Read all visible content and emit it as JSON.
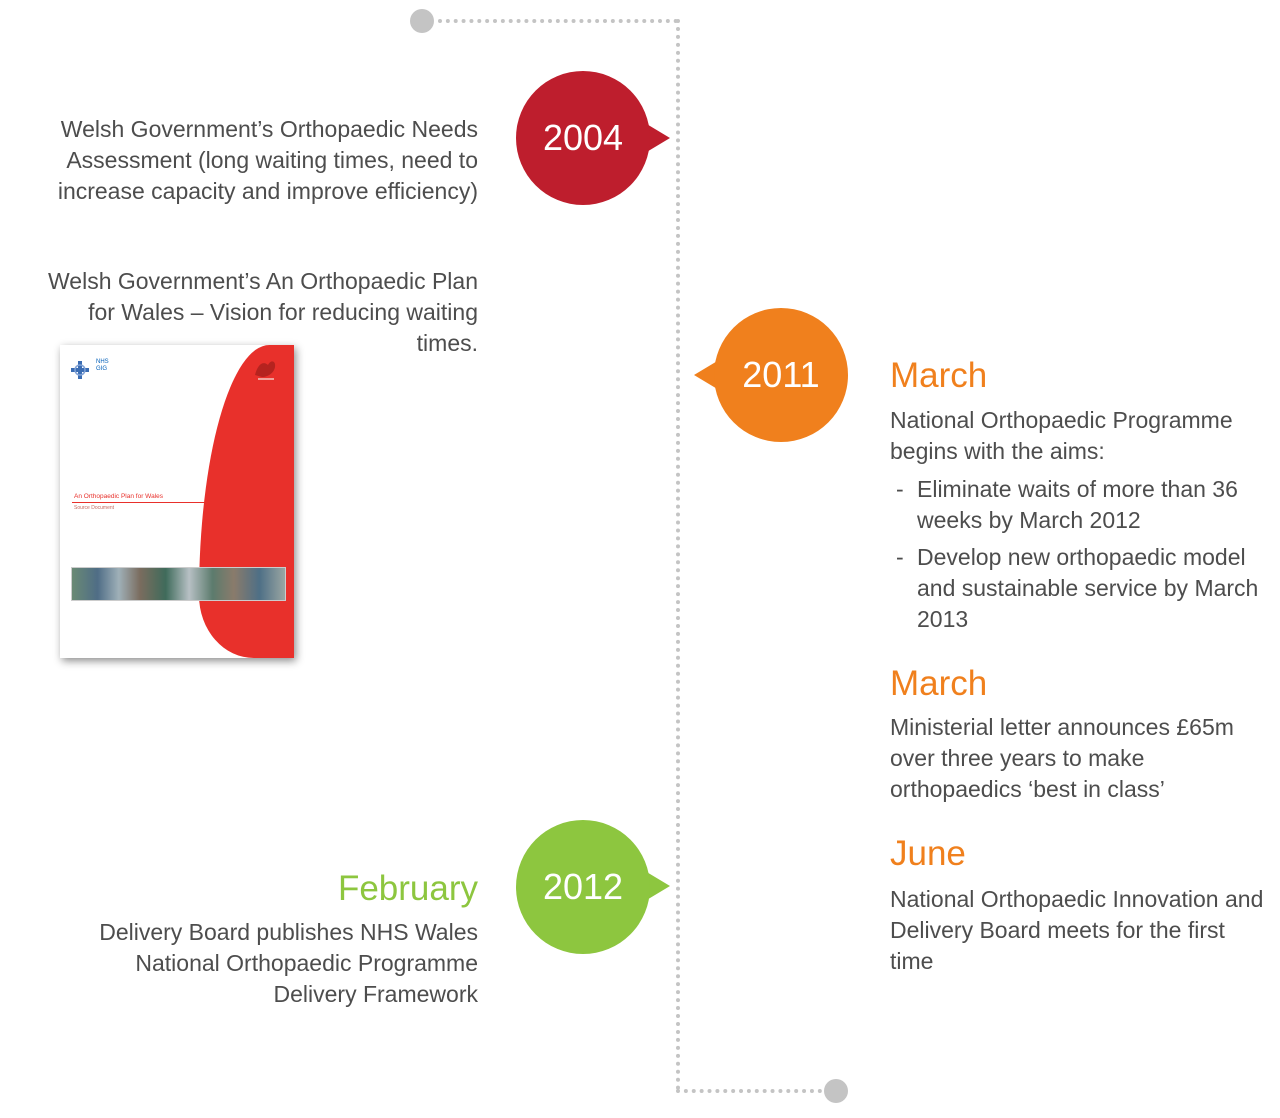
{
  "timeline": {
    "colors": {
      "line": "#c4c4c4",
      "y2004": "#be1e2d",
      "y2011": "#f0801d",
      "y2012": "#8dc63f",
      "text": "#4d4d4d"
    }
  },
  "years": {
    "y2004": "2004",
    "y2011": "2011",
    "y2012": "2012"
  },
  "left": {
    "e2004_text": "Welsh Government’s Orthopaedic Needs Assessment (long waiting times, need to increase capacity and improve efficiency)",
    "plan_text": "Welsh Government’s An Orthopaedic Plan for Wales – Vision for reducing waiting times.",
    "document": {
      "nhs_logo": "NHS GIG",
      "title": "An Orthopaedic Plan for Wales",
      "subtitle": "Source Document",
      "crest_icon": "welsh-dragon-crest-icon"
    },
    "feb_month": "February",
    "feb_text": "Delivery Board publishes NHS Wales National Orthopaedic Programme Delivery Framework"
  },
  "right": {
    "march1_month": "March",
    "march1_text": "National Orthopaedic Programme begins with the aims:",
    "aims": [
      "Eliminate waits of more than 36 weeks by March 2012",
      "Develop new orthopaedic model and sustainable service by March 2013"
    ],
    "march2_month": "March",
    "march2_text": "Ministerial letter announces £65m over three years to make orthopaedics ‘best in class’",
    "june_month": "June",
    "june_text": "National Orthopaedic Innovation and Delivery Board meets for the first time"
  }
}
